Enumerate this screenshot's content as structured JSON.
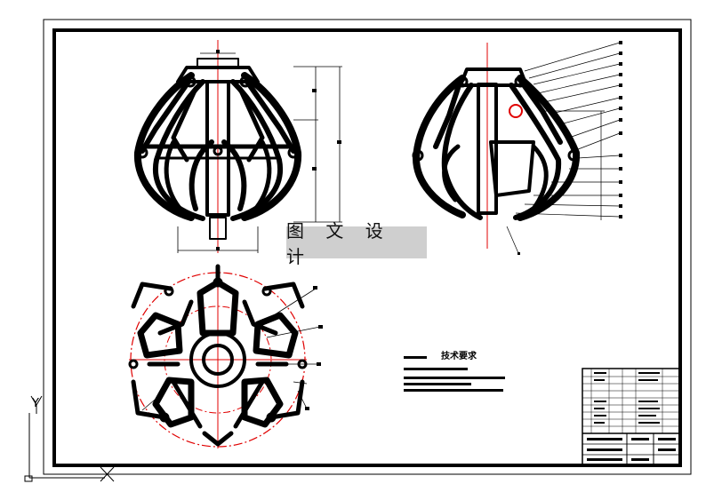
{
  "watermark": {
    "text": "图 文 设 计"
  },
  "technical_requirements": {
    "title": "技术要求"
  },
  "axis_labels": {
    "y": "Y",
    "x": "X"
  },
  "colors": {
    "line": "#000000",
    "centerline": "#e00000",
    "watermark_bg": "#cfcfcf"
  }
}
